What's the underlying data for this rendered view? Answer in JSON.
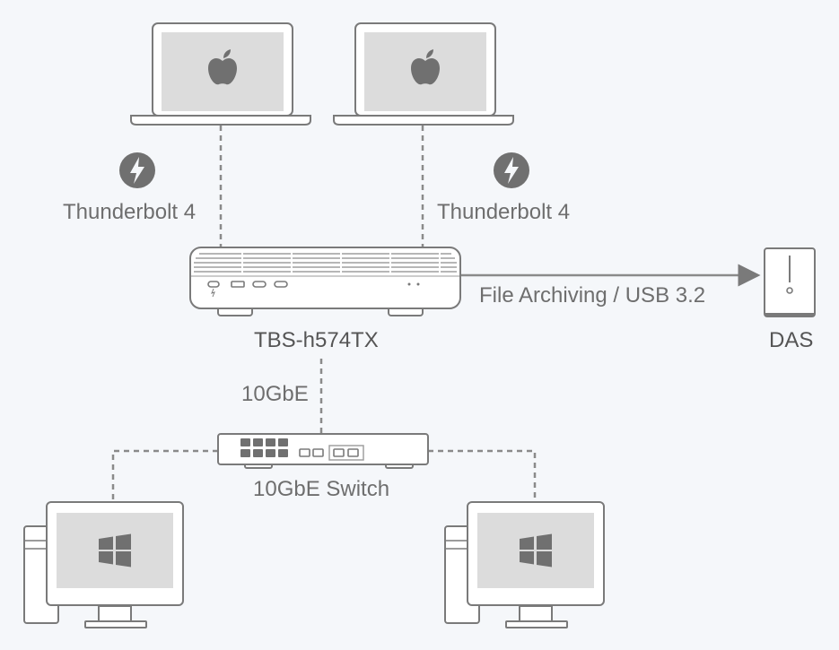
{
  "labels": {
    "thunderbolt_left": "Thunderbolt 4",
    "thunderbolt_right": "Thunderbolt 4",
    "nas": "TBS-h574TX",
    "file_archiving": "File Archiving / USB 3.2",
    "das": "DAS",
    "link_10gbe": "10GbE",
    "switch": "10GbE Switch"
  },
  "icons": {
    "laptops": "apple-icon",
    "connection": "thunderbolt-icon",
    "desktops": "windows-icon"
  },
  "colors": {
    "background": "#f5f7fa",
    "stroke": "#7a7a7a",
    "screen_fill": "#dcdcdc",
    "device_fill": "#ffffff",
    "icon_fill": "#707070",
    "text": "#6e6e6e"
  }
}
